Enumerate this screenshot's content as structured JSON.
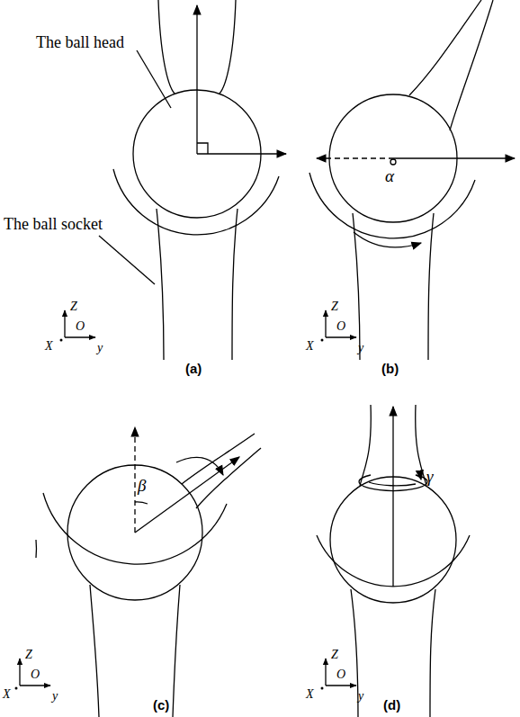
{
  "diagram": {
    "labels": [
      "The ball head",
      "The ball socket",
      "Z",
      "O",
      "X",
      "y",
      "(a)",
      "α",
      "Z",
      "O",
      "X",
      "y",
      "(b)",
      "β",
      "Z",
      "O",
      "X",
      "y",
      "(c)",
      "γ",
      "Z",
      "O",
      "X",
      "y",
      "(d)"
    ]
  }
}
